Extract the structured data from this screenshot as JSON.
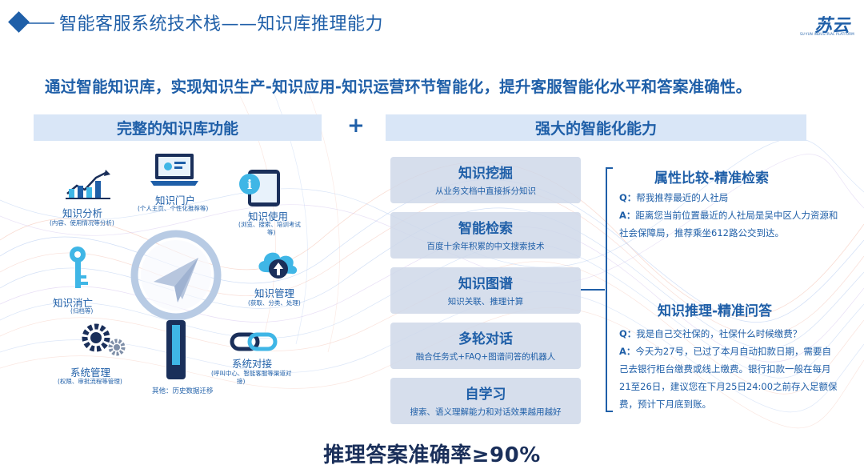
{
  "header": {
    "title": "智能客服系统技术栈——知识库推理能力",
    "logo_text": "苏云",
    "logo_sub": "SU-YUN INDUSTRIAL PLATFORM"
  },
  "headline": "通过智能知识库，实现知识生产-知识应用-知识运营环节智能化，提升客服智能化水平和答案准确性。",
  "left_band": "完整的知识库功能",
  "plus": "+",
  "right_band": "强大的智能化能力",
  "features": {
    "analysis": {
      "label": "知识分析",
      "sub": "(内容、使用情况等分析)"
    },
    "portal": {
      "label": "知识门户",
      "sub": "(个人主页、个性化推荐等)"
    },
    "usage": {
      "label": "知识使用",
      "sub1": "(浏览、搜索、培训考试",
      "sub2": "等)"
    },
    "manage": {
      "label": "知识管理",
      "sub": "(获取、分类、处理)"
    },
    "retire": {
      "label": "知识消亡",
      "sub": "(归档等)"
    },
    "system": {
      "label": "系统管理",
      "sub": "(权限、审批流程等管理)"
    },
    "dock": {
      "label": "系统对接",
      "sub1": "(呼叫中心、智能客服等渠道对",
      "sub2": "接)"
    },
    "other": "其他：历史数据迁移"
  },
  "capabilities": [
    {
      "title": "知识挖掘",
      "desc": "从业务文档中直接拆分知识"
    },
    {
      "title": "智能检索",
      "desc": "百度十余年积累的中文搜索技术"
    },
    {
      "title": "知识图谱",
      "desc": "知识关联、推理计算"
    },
    {
      "title": "多轮对话",
      "desc": "融合任务式+FAQ+图谱问答的机器人"
    },
    {
      "title": "自学习",
      "desc": "搜索、语义理解能力和对话效果越用越好"
    }
  ],
  "right": {
    "block1": {
      "title": "属性比较-精准检索",
      "q_prefix": "Q：",
      "q": "帮我推荐最近的人社局",
      "a_prefix": "A：",
      "a": "距离您当前位置最近的人社局是吴中区人力资源和社会保障局，推荐乘坐612路公交到达。"
    },
    "block2": {
      "title": "知识推理-精准问答",
      "q_prefix": "Q：",
      "q": "我是自己交社保的，社保什么时候缴费？",
      "a_prefix": "A：",
      "a": "今天为27号，已过了本月自动扣款日期，需要自己去银行柜台缴费或线上缴费。银行扣款一般在每月21至26日，建议您在下月25日24:00之前存入足额保费，预计下月底到账。"
    }
  },
  "bottom": "推理答案准确率≥90%",
  "colors": {
    "primary": "#1f5fa8",
    "band": "#d9e6f7",
    "card": "#cdd7e8",
    "accent_cyan": "#3fb6e6",
    "dark_navy": "#1a2f5a"
  }
}
